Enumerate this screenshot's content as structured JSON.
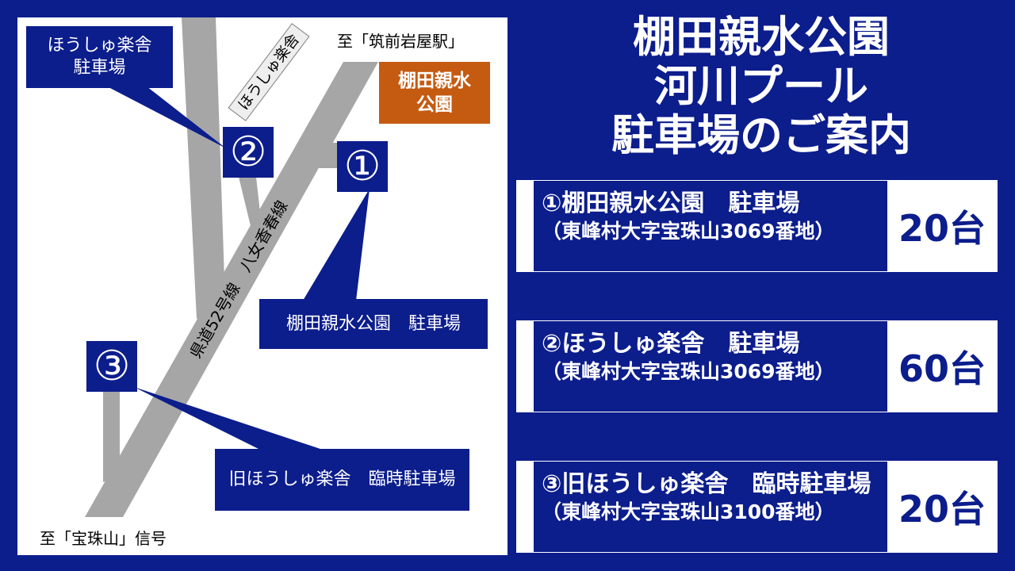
{
  "colors": {
    "background": "#0c1d8c",
    "map_background": "#ffffff",
    "road": "#a6a6a6",
    "park_box": "#c55a11",
    "marker": "#0c1d8c",
    "facility_label_fill": "#eeeeee"
  },
  "title": {
    "lines": [
      "棚田親水公園",
      "河川プール",
      "駐車場のご案内"
    ]
  },
  "map": {
    "north_destination": "至「筑前岩屋駅」",
    "south_destination": "至「宝珠山」信号",
    "road_label": "県道52号線　八女香春線",
    "facility_label": "ほうしゅ楽舎",
    "park_label_lines": [
      "棚田親水",
      "公園"
    ],
    "markers": [
      {
        "number": "①",
        "callout_lines": [
          "棚田親水公園　駐車場"
        ]
      },
      {
        "number": "②",
        "callout_lines": [
          "ほうしゅ楽舎",
          "駐車場"
        ]
      },
      {
        "number": "③",
        "callout_lines": [
          "旧ほうしゅ楽舎　臨時駐車場"
        ]
      }
    ]
  },
  "parking_list": [
    {
      "name": "①棚田親水公園　駐車場",
      "address": "（東峰村大字宝珠山3069番地）",
      "capacity": "20台"
    },
    {
      "name": "②ほうしゅ楽舎　駐車場",
      "address": "（東峰村大字宝珠山3069番地）",
      "capacity": "60台"
    },
    {
      "name": "③旧ほうしゅ楽舎　臨時駐車場",
      "address": "（東峰村大字宝珠山3100番地）",
      "capacity": "20台"
    }
  ]
}
